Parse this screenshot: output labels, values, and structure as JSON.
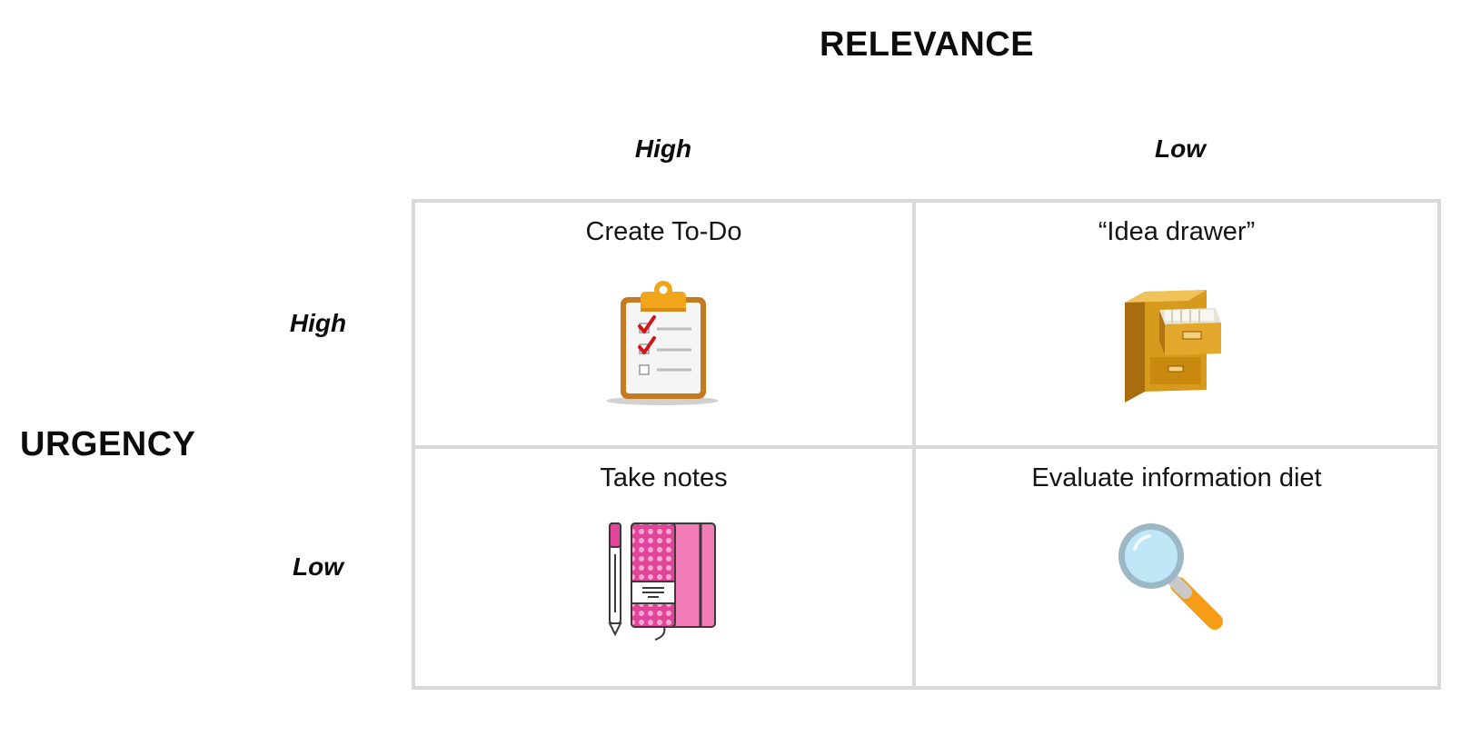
{
  "axes": {
    "relevance_title": "RELEVANCE",
    "urgency_title": "URGENCY",
    "relevance_levels": [
      "High",
      "Low"
    ],
    "urgency_levels": [
      "High",
      "Low"
    ]
  },
  "cells": {
    "high_high": {
      "label": "Create To-Do",
      "icon": "clipboard-checklist-icon"
    },
    "high_low": {
      "label": "“Idea drawer”",
      "icon": "filing-cabinet-icon"
    },
    "low_high": {
      "label": "Take notes",
      "icon": "notebook-pen-icon"
    },
    "low_low": {
      "label": "Evaluate information diet",
      "icon": "magnifying-glass-icon"
    }
  },
  "colors": {
    "grid_border": "#d9d9d9",
    "clipboard_board": "#c47a1e",
    "clipboard_clip": "#f2a51a",
    "check_mark": "#d0161b",
    "cabinet_gold": "#d69a1c",
    "notebook_pink": "#f27cb5",
    "notebook_dark_pink": "#e0459a",
    "magnifier_lens": "#bfe7f7",
    "magnifier_handle": "#f59d17"
  }
}
